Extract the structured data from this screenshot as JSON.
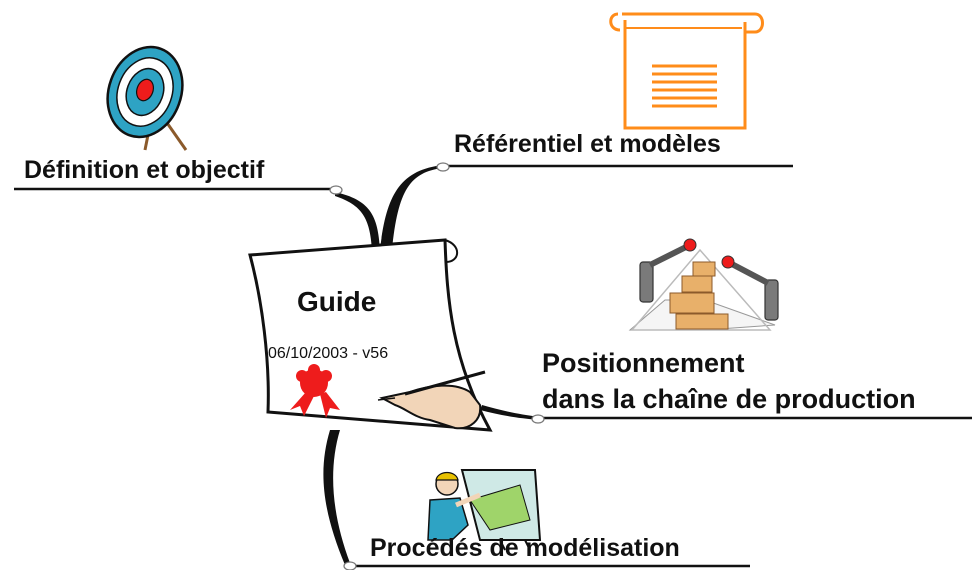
{
  "central": {
    "title": "Guide",
    "version_line": "06/10/2003 - v56"
  },
  "branches": {
    "definition": "Définition et objectif",
    "referentiel": "Référentiel et modèles",
    "positionnement_line1": "Positionnement",
    "positionnement_line2": "dans la chaîne de production",
    "procedes": "Procédés de modélisation"
  },
  "colors": {
    "scroll_orange": "#FF8C1A",
    "target_blue": "#2EA3C4",
    "seal_red": "#EE1C1C",
    "line_black": "#111111"
  }
}
